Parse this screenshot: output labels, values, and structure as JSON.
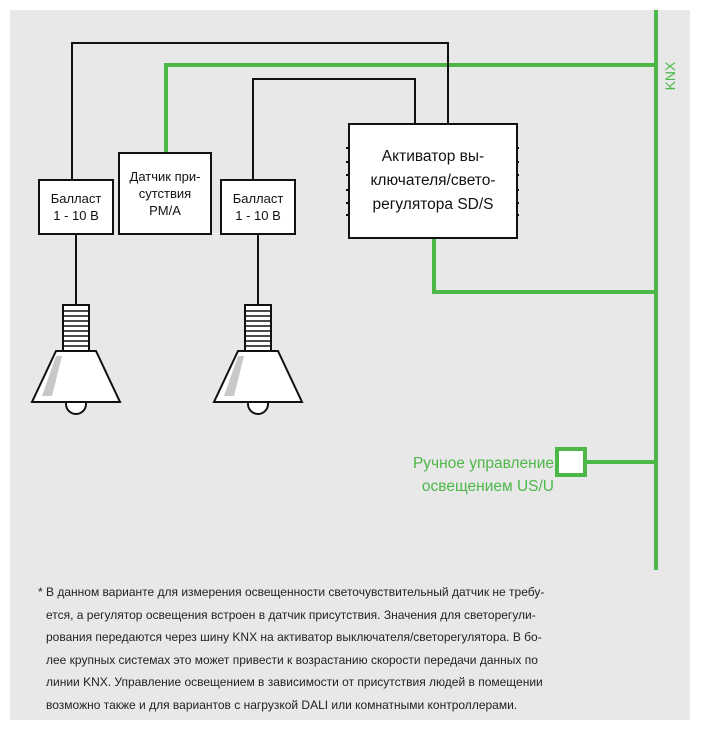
{
  "bus_label": "KNX",
  "colors": {
    "bus": "#4cb848",
    "wire": "#111111",
    "panel": "#e8e8e8"
  },
  "devices": {
    "ballast_1": {
      "line1": "Балласт",
      "line2": "1 - 10 В"
    },
    "sensor": {
      "line1": "Датчик при-",
      "line2": "сутствия",
      "line3": "PM/A"
    },
    "ballast_2": {
      "line1": "Балласт",
      "line2": "1 - 10 В"
    },
    "actuator": {
      "line1": "Активатор вы-",
      "line2": "ключателя/свето-",
      "line3": "регулятора SD/S"
    }
  },
  "manual_control": {
    "line1": "Ручное управление",
    "line2": "освещением US/U"
  },
  "lamps": [
    "lamp-1",
    "lamp-2"
  ],
  "footnote": [
    "* В данном варианте для измерения освещенности светочувствительный датчик не требу-",
    "ется, а регулятор освещения встроен в датчик присутствия. Значения для светорегули-",
    "рования передаются через шину KNX на активатор выключателя/светорегулятора. В бо-",
    "лее крупных системах это может привести к возрастанию скорости передачи данных по",
    "линии KNX. Управление освещением в зависимости от присутствия людей в помещении",
    "возможно также и для вариантов с нагрузкой DALI или комнатными контроллерами."
  ]
}
